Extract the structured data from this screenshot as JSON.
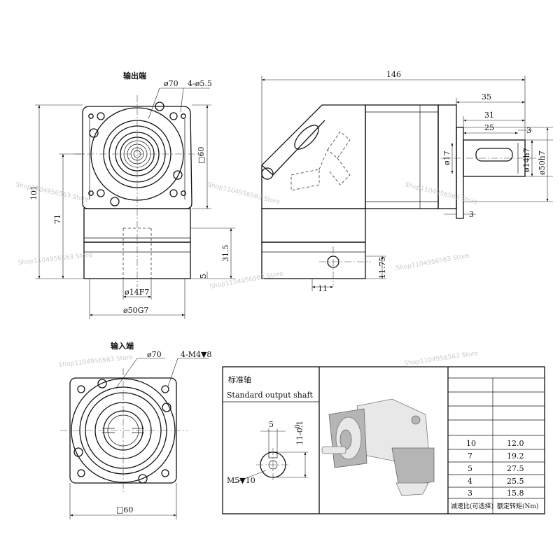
{
  "views": {
    "output_view_label": "输出端",
    "input_view_label": "输入端"
  },
  "output_face": {
    "bolt_circle": "ø70",
    "holes": "4-ø5.5",
    "square": "□60",
    "height_101": "101",
    "height_71": "71",
    "height_31_5": "31.5",
    "depth_5": "5",
    "bore": "ø14F7",
    "pilot": "ø50G7"
  },
  "side_view": {
    "length": "146",
    "shaft_35": "35",
    "shaft_31": "31",
    "key_25": "25",
    "gap_3a": "3",
    "shaft_dia": "ø14h7",
    "spigot": "ø50h7",
    "key_dia": "ø17",
    "flange_3": "3",
    "height_11_75": "11.75",
    "width_11": "11"
  },
  "input_face": {
    "bolt_circle": "ø70",
    "threads": "4-M4▼8",
    "square": "□60"
  },
  "shaft_detail": {
    "title_cn": "标准轴",
    "title_en": "Standard output shaft",
    "key_width": "5",
    "key_height": "11-0.1",
    "key_tol": "0",
    "tap": "M5▼10"
  },
  "ratio_table": {
    "rows": [
      {
        "ratio": "10",
        "torque": "12.0"
      },
      {
        "ratio": "7",
        "torque": "19.2"
      },
      {
        "ratio": "5",
        "torque": "27.5"
      },
      {
        "ratio": "4",
        "torque": "25.5"
      },
      {
        "ratio": "3",
        "torque": "15.8"
      }
    ],
    "col1_header": "减速比(可选择)",
    "col2_header": "额定转矩(Nm)"
  },
  "watermarks": [
    "Shop1104956563 Store",
    "Shop1104956563 Store",
    "Shop1104956563 Store",
    "Shop1104956563 Store",
    "Shop1104956563 Store",
    "Shop1104956563 Store",
    "Shop1104956563 Store",
    "Shop1104956563 Store"
  ]
}
